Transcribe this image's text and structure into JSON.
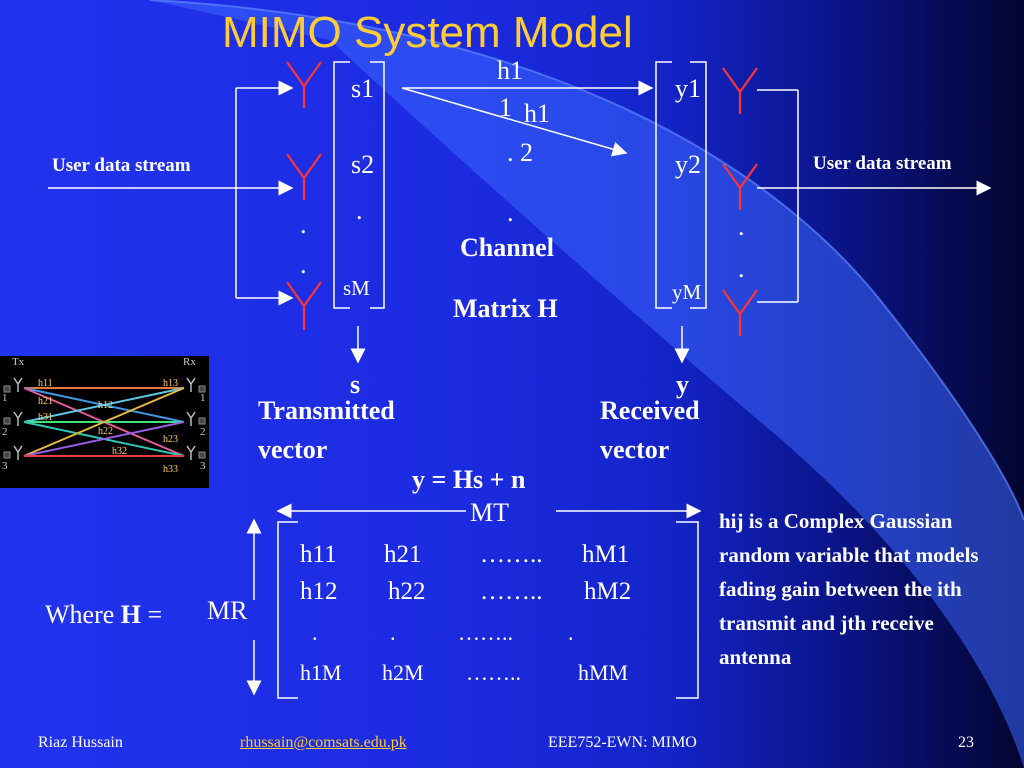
{
  "slide": {
    "title": "MIMO System Model",
    "user_stream_left": "User data stream",
    "user_stream_right": "User data stream",
    "tx_labels": [
      "s1",
      "s2",
      ".",
      "sM"
    ],
    "rx_labels": [
      "y1",
      "y2",
      "yM"
    ],
    "channel_labels": [
      "h1",
      "1",
      "h1",
      ". 2",
      ".",
      "Channel",
      "Matrix H"
    ],
    "tx_dots": [
      ".",
      "."
    ],
    "rx_dots": [
      ".",
      "."
    ],
    "s_label": "s",
    "y_label": "y",
    "transmitted": "Transmitted",
    "transmitted_vector": "vector",
    "received": "Received",
    "received_vector": "vector",
    "equation": "y = Hs + n",
    "mt_label": "MT",
    "mr_label": "MR",
    "where_prefix": "Where ",
    "where_bold": "H",
    "where_suffix": " =",
    "matrix_rows": [
      [
        "h11",
        "h21",
        "……..",
        "hM1"
      ],
      [
        "h12",
        "h22",
        "……..",
        "hM2"
      ],
      [
        ".",
        ".",
        "……..",
        "."
      ],
      [
        "h1M",
        "h2M",
        "……..",
        "hMM"
      ]
    ],
    "note": "hij is a Complex Gaussian random variable that models fading gain between the ith transmit and jth receive antenna",
    "inset": {
      "tx": "Tx",
      "rx": "Rx",
      "tx_nums": [
        "1",
        "2",
        "3"
      ],
      "rx_nums": [
        "1",
        "2",
        "3"
      ],
      "gains": [
        "h11",
        "h21",
        "h31",
        "h12",
        "h22",
        "h32",
        "h13",
        "h23",
        "h33"
      ]
    }
  },
  "footer": {
    "author": "Riaz Hussain",
    "email": "rhussain@comsats.edu.pk",
    "course": "EEE752-EWN: MIMO",
    "page": "23"
  },
  "colors": {
    "title": "#ffcc33",
    "antenna": "#ff3333",
    "link": "#ffcc33"
  }
}
